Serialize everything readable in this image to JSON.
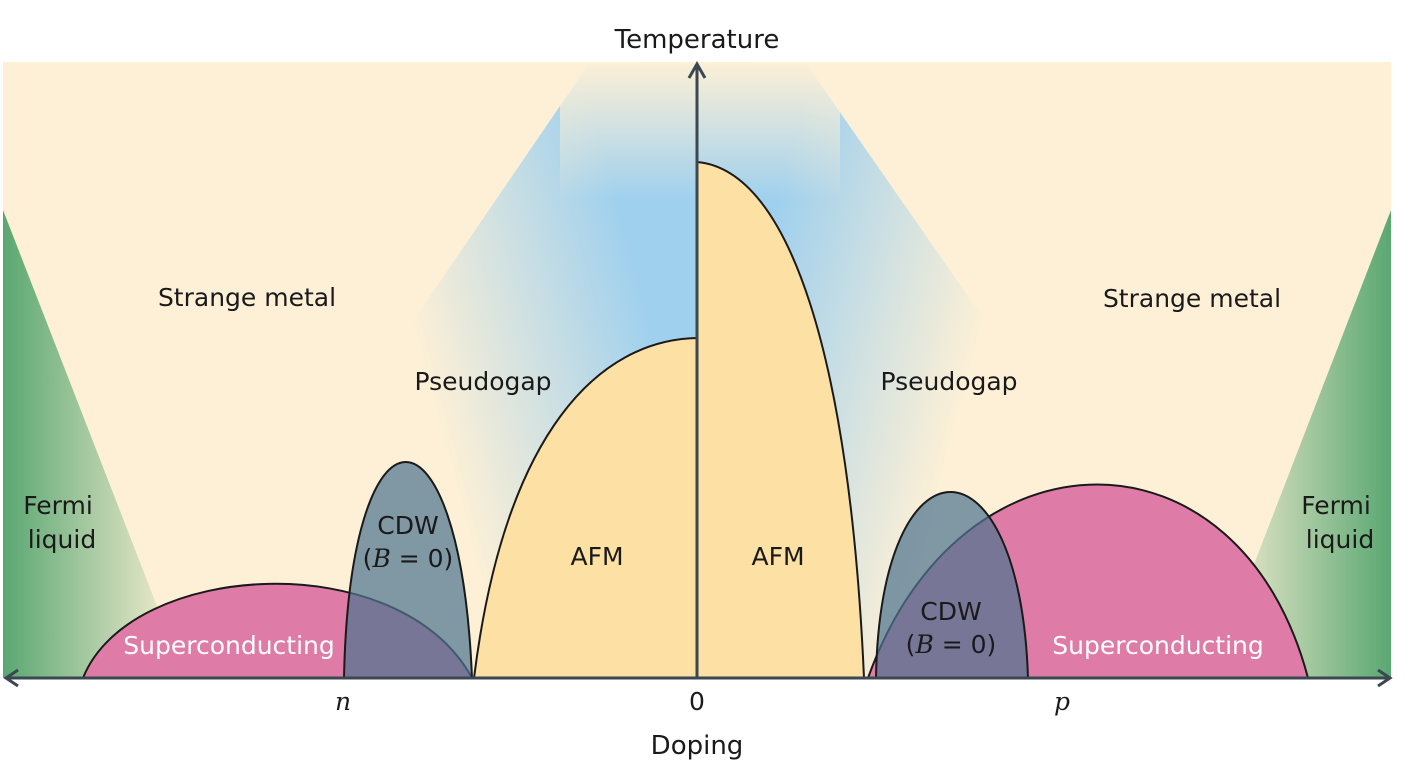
{
  "axes": {
    "y_label": "Temperature",
    "x_label": "Doping",
    "tick_left": "n",
    "tick_center": "0",
    "tick_right": "p"
  },
  "regions": {
    "strange_metal_left": "Strange metal",
    "strange_metal_right": "Strange metal",
    "pseudogap_left": "Pseudogap",
    "pseudogap_right": "Pseudogap",
    "fermi_liquid_left": [
      "Fermi",
      "liquid"
    ],
    "fermi_liquid_right": [
      "Fermi",
      "liquid"
    ],
    "afm_left": "AFM",
    "afm_right": "AFM",
    "cdw_left": [
      "CDW",
      "(",
      "B",
      " = 0)"
    ],
    "cdw_right": [
      "CDW",
      "(",
      "B",
      " = 0)"
    ],
    "superconducting_left": "Superconducting",
    "superconducting_right": "Superconducting"
  },
  "colors": {
    "background_cream": "#fdf0d6",
    "pseudogap_blue": "#9fd0ee",
    "fermi_green": "#5aa772",
    "afm_orange": "#fce0a4",
    "cdw_slate": "#6e8fa6",
    "superconducting_pink": "#de7ba6",
    "axis": "#3b4751"
  }
}
